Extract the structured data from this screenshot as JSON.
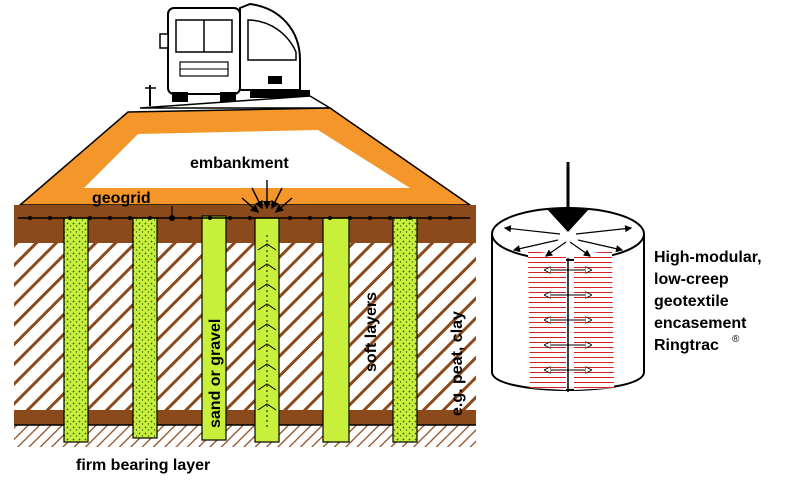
{
  "labels": {
    "embankment": "embankment",
    "geogrid": "geogrid",
    "sand_or_gravel": "sand or gravel",
    "soft_layers": "soft layers",
    "peat_clay": "e.g. peat, clay",
    "firm_bearing_layer": "firm bearing layer"
  },
  "encasement_text": {
    "line1": "High-modular,",
    "line2": "low-creep",
    "line3": "geotextile",
    "line4": "encasement",
    "line5": "Ringtrac",
    "registered": "®"
  },
  "colors": {
    "embankment_fill": "#f4962a",
    "soil_fill": "#8b4a1c",
    "column_fill": "#c8f03a",
    "encasement_hatch": "#d42020"
  }
}
